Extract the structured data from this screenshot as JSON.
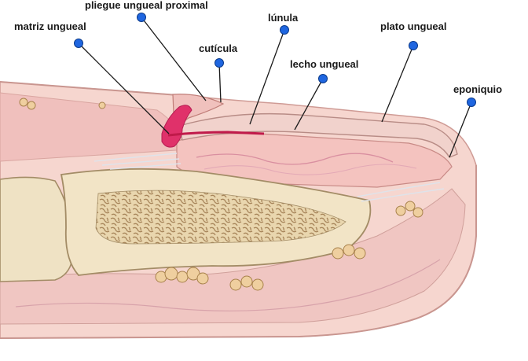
{
  "labels": {
    "proximal_fold": "pliegue ungueal proximal",
    "matrix": "matriz ungueal",
    "lunula": "lúnula",
    "cuticle": "cutícula",
    "nail_plate": "plato ungueal",
    "nail_bed": "lecho ungueal",
    "eponychium": "eponiquio"
  },
  "colors": {
    "marker": "#1f66e0",
    "skin": "#f2c9c3",
    "nail": "#f3dcd6",
    "bone": "#efe2c4",
    "matrix": "#e0316a"
  }
}
